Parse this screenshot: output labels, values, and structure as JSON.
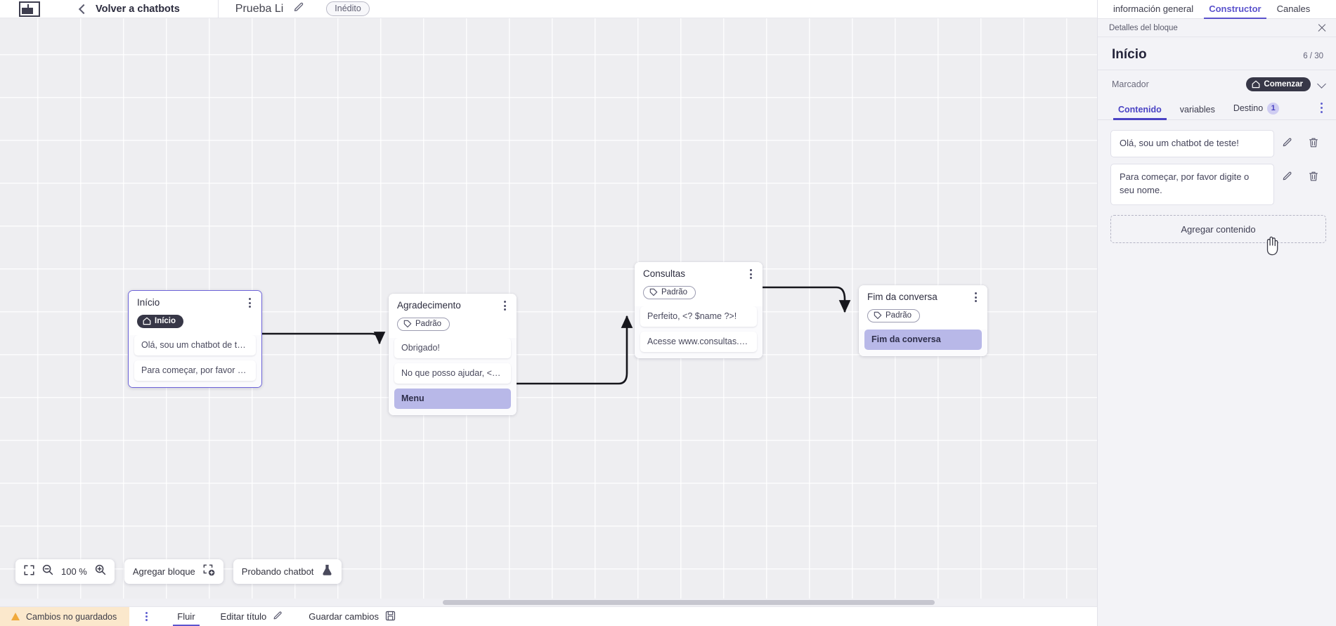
{
  "header": {
    "logo_icon": "app-logo-icon",
    "back_chevron_icon": "chevron-left-icon",
    "back_label": "Volver a chatbots",
    "doc_title": "Prueba Li",
    "edit_icon": "pencil-icon",
    "status_badge": "Inédito"
  },
  "canvas": {
    "grid": true,
    "nodes": [
      {
        "id": "inicio",
        "title": "Início",
        "tag": {
          "label": "Início",
          "type": "start",
          "icon": "home-icon"
        },
        "selected": true,
        "messages": [
          {
            "text": "Olá, sou um chatbot de teste!",
            "accent": false
          },
          {
            "text": "Para começar, por favor digite o ...",
            "accent": false
          }
        ]
      },
      {
        "id": "agradecimento",
        "title": "Agradecimento",
        "tag": {
          "label": "Padrão",
          "type": "default",
          "icon": "tag-icon"
        },
        "selected": false,
        "messages": [
          {
            "text": "Obrigado!",
            "accent": false
          },
          {
            "text": "No que posso ajudar, <? $name ...",
            "accent": false
          },
          {
            "text": "Menu",
            "accent": true
          }
        ]
      },
      {
        "id": "consultas",
        "title": "Consultas",
        "tag": {
          "label": "Padrão",
          "type": "default",
          "icon": "tag-icon"
        },
        "selected": false,
        "messages": [
          {
            "text": "Perfeito, <? $name ?>!",
            "accent": false
          },
          {
            "text": "Acesse www.consultas.com par...",
            "accent": false
          }
        ]
      },
      {
        "id": "fim",
        "title": "Fim da conversa",
        "tag": {
          "label": "Padrão",
          "type": "default",
          "icon": "tag-icon"
        },
        "selected": false,
        "messages": [
          {
            "text": "Fim da conversa",
            "accent": true
          }
        ]
      }
    ]
  },
  "canvas_toolbar": {
    "fit_icon": "fit-screen-icon",
    "zoom_out_icon": "zoom-out-icon",
    "zoom_level": "100 %",
    "zoom_in_icon": "zoom-in-icon",
    "add_block_label": "Agregar bloque",
    "add_block_icon": "add-block-icon",
    "test_chatbot_label": "Probando chatbot",
    "test_chatbot_icon": "flask-icon"
  },
  "statusbar": {
    "unsaved_label": "Cambios no guardados",
    "warning_icon": "warning-triangle-icon",
    "kebab_icon": "more-vertical-icon",
    "flow_label": "Fluir",
    "edit_title_label": "Editar título",
    "edit_title_icon": "pencil-icon",
    "save_label": "Guardar cambios",
    "save_icon": "save-disk-icon"
  },
  "right_panel": {
    "tabs": [
      {
        "label": "información general",
        "active": false
      },
      {
        "label": "Constructor",
        "active": true
      },
      {
        "label": "Canales",
        "active": false
      }
    ],
    "subheader": "Detalles del bloque",
    "close_icon": "close-icon",
    "block_title": "Início",
    "block_count": "6 / 30",
    "marker_label": "Marcador",
    "marker_badge": "Comenzar",
    "marker_badge_icon": "home-icon",
    "marker_chevron_icon": "chevron-down-icon",
    "inner_tabs": [
      {
        "label": "Contenido",
        "active": true,
        "count": null
      },
      {
        "label": "variables",
        "active": false,
        "count": null
      },
      {
        "label": "Destino",
        "active": false,
        "count": "1"
      }
    ],
    "inner_tabs_kebab_icon": "more-vertical-icon",
    "content_items": [
      {
        "text": "Olá, sou um chatbot de teste!",
        "edit_icon": "pencil-icon",
        "delete_icon": "trash-icon"
      },
      {
        "text": "Para começar, por favor digite o seu nome.",
        "edit_icon": "pencil-icon",
        "delete_icon": "trash-icon"
      }
    ],
    "add_content_label": "Agregar contenido"
  },
  "colors": {
    "accent_purple": "#5a52cc",
    "node_accent_bg": "#b8b8e8",
    "dark_tag": "#373747",
    "unsaved_bg": "#fbe8cc",
    "canvas_bg": "#eeeef1"
  }
}
